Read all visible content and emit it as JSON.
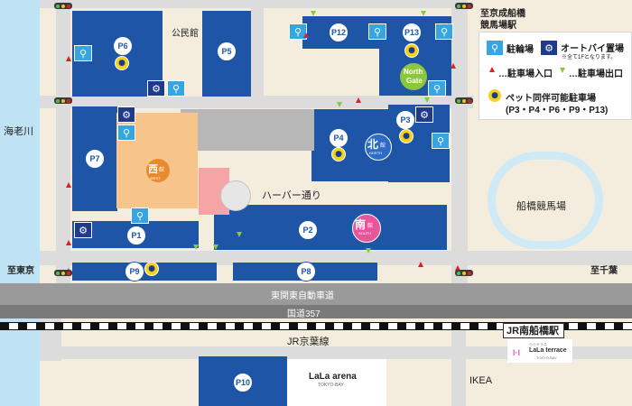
{
  "labels": {
    "ebi_river": "海老川",
    "to_tokyo": "至東京",
    "to_chiba": "至千葉",
    "keisei_line1": "至京成船橋",
    "keisei_line2": "競馬場駅",
    "community_hall": "公民館",
    "harbor_street": "ハーバー通り",
    "racecourse": "船橋競馬場",
    "expressway": "東関東自動車道",
    "route357": "国道357",
    "jr_keiyo_line": "JR京葉線",
    "jr_station": "JR南船橋駅",
    "lala_arena_main": "LaLa arena",
    "lala_arena_sub": "TOKYO-BAY",
    "lalaterrace_small": "ららテラス",
    "lalaterrace_main": "LaLa terrace",
    "lalaterrace_sub": "TOKYO-BAY",
    "ikea": "IKEA"
  },
  "lots": {
    "p1": "P1",
    "p2": "P2",
    "p3": "P3",
    "p4": "P4",
    "p5": "P5",
    "p6": "P6",
    "p7": "P7",
    "p8": "P8",
    "p9": "P9",
    "p10": "P10",
    "p12": "P12",
    "p13": "P13"
  },
  "buildings": {
    "west_main": "西",
    "west_sub": "館",
    "west_en": "WEST",
    "north_main": "北",
    "north_sub": "館",
    "north_en": "NORTH",
    "south_main": "南",
    "south_sub": "館",
    "south_en": "SOUTH",
    "north_gate_1": "North",
    "north_gate_2": "Gate"
  },
  "legend": {
    "bicycle": "駐輪場",
    "motorcycle": "オートバイ置場",
    "motorcycle_note": "※全て1Fとなります。",
    "entry": "…駐車場入口",
    "exit": "…駐車場出口",
    "pet": "ペット同伴可能駐車場",
    "pet_lots": "(P3・P4・P6・P9・P13)"
  },
  "icons": {
    "bicycle": "bicycle-icon",
    "motorcycle": "motorcycle-icon",
    "pet": "paw-icon",
    "entry": "red-triangle-icon",
    "exit": "green-triangle-icon",
    "signal": "traffic-signal-icon"
  },
  "colors": {
    "parking": "#1f55a6",
    "bicycle": "#36a6e2",
    "motorcycle": "#1f3a8c",
    "pet": "#f3d21e",
    "entry": "#e02020",
    "exit": "#8cc63f",
    "west_building": "#f7c58c",
    "south_building": "#e8559b",
    "north_gate": "#8cc63f",
    "river": "#bfe2f5",
    "road": "#dcdcdc"
  }
}
